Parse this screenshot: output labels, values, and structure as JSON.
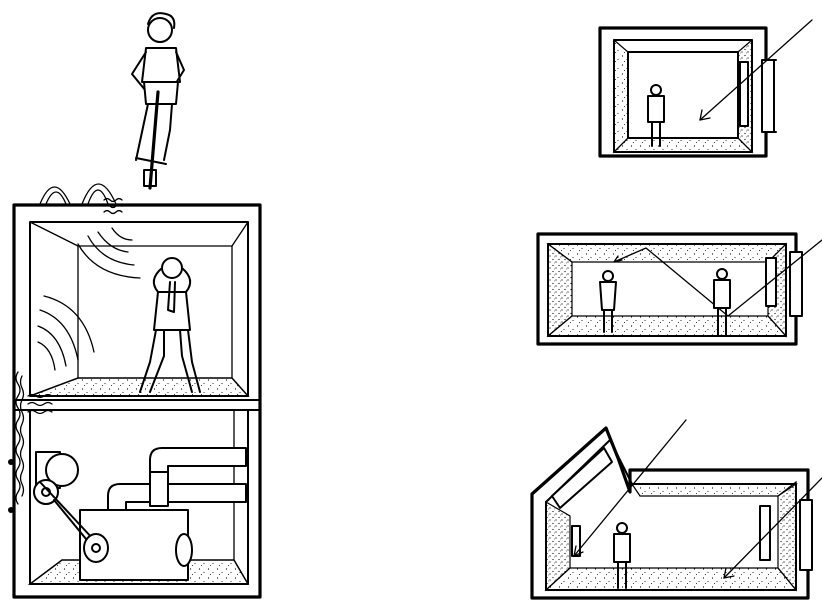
{
  "figure": {
    "colors": {
      "ink": "#000000",
      "paper": "#ffffff"
    },
    "panels": [
      {
        "id": "building-section",
        "icon": "building-noise-section-icon"
      },
      {
        "id": "room-top",
        "icon": "room-window-light-icon"
      },
      {
        "id": "room-middle",
        "icon": "room-reflected-light-icon"
      },
      {
        "id": "room-bottom",
        "icon": "room-skylight-icon"
      }
    ]
  }
}
